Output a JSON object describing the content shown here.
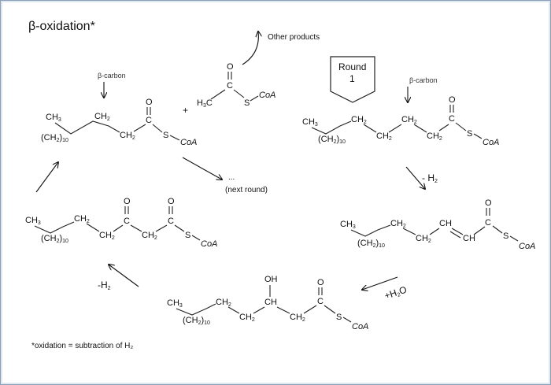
{
  "title": "β-oxidation*",
  "other_products": "Other products",
  "round_box": {
    "line1": "Round",
    "line2": "1"
  },
  "beta_carbon_label": "β-carbon",
  "next_round": {
    "ellipsis": "...",
    "label": "(next round)"
  },
  "step_labels": {
    "minus_h2_right": "- H",
    "minus_h2_left": "-H",
    "plus_h2o": "+H",
    "sub2": "2",
    "o": "O"
  },
  "footnote": "*oxidation = subtraction of H₂",
  "plus_sign": "+",
  "atoms": {
    "ch3": "CH",
    "ch2": "CH",
    "ch": "CH",
    "c": "C",
    "o": "O",
    "s": "S",
    "coa": "CoA",
    "oh": "OH",
    "h3c": "H",
    "h3c_c": "C",
    "ch2_10": "(CH",
    "ch2_10_close": ")",
    "sub2": "2",
    "sub3": "3",
    "sub10": "10"
  }
}
